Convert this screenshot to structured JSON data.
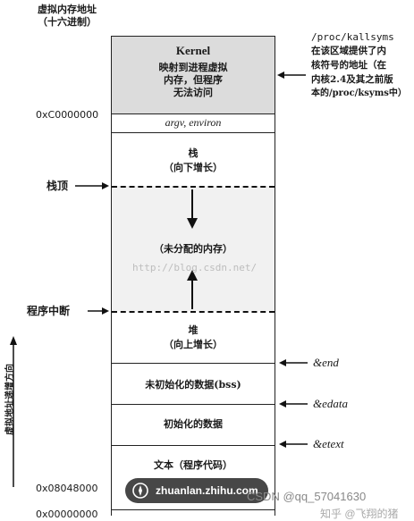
{
  "colors": {
    "kernel_fill": "#dcdcdc",
    "gap_fill": "#f1f1f1",
    "line": "#222222",
    "watermark": "#888888"
  },
  "header": {
    "title_line1": "虚拟内存地址",
    "title_line2": "（十六进制）"
  },
  "blocks": {
    "kernel_title": "Kernel",
    "kernel_desc_1": "映射到进程虚拟",
    "kernel_desc_2": "内存，但程序",
    "kernel_desc_3": "无法访问",
    "argv": "argv, environ",
    "stack_1": "栈",
    "stack_2": "（向下增长）",
    "unallocated": "（未分配的内存）",
    "heap_1": "堆",
    "heap_2": "（向上增长）",
    "bss": "未初始化的数据(bss)",
    "data": "初始化的数据",
    "text": "文本（程序代码）"
  },
  "addresses": {
    "kernel_base": "0xC0000000",
    "text_start": "0x08048000",
    "zero": "0x00000000"
  },
  "left_labels": {
    "stack_top": "栈顶",
    "program_break": "程序中断",
    "vertical_axis": "虚拟地址递增方向"
  },
  "right_labels": {
    "proc_path": "/proc/kallsyms",
    "proc_desc_1": "在该区域提供了内",
    "proc_desc_2": "核符号的地址（在",
    "proc_desc_3": "内核2.4及其之前版",
    "proc_desc_4": "本的/proc/ksyms中）",
    "end": "&end",
    "edata": "&edata",
    "etext": "&etext"
  },
  "watermarks": {
    "blog": "http://blog.csdn.net/",
    "pill": "zhuanlan.zhihu.com",
    "csdn": "CSDN @qq_57041630",
    "zhihu": "知乎 @飞翔的猪"
  }
}
